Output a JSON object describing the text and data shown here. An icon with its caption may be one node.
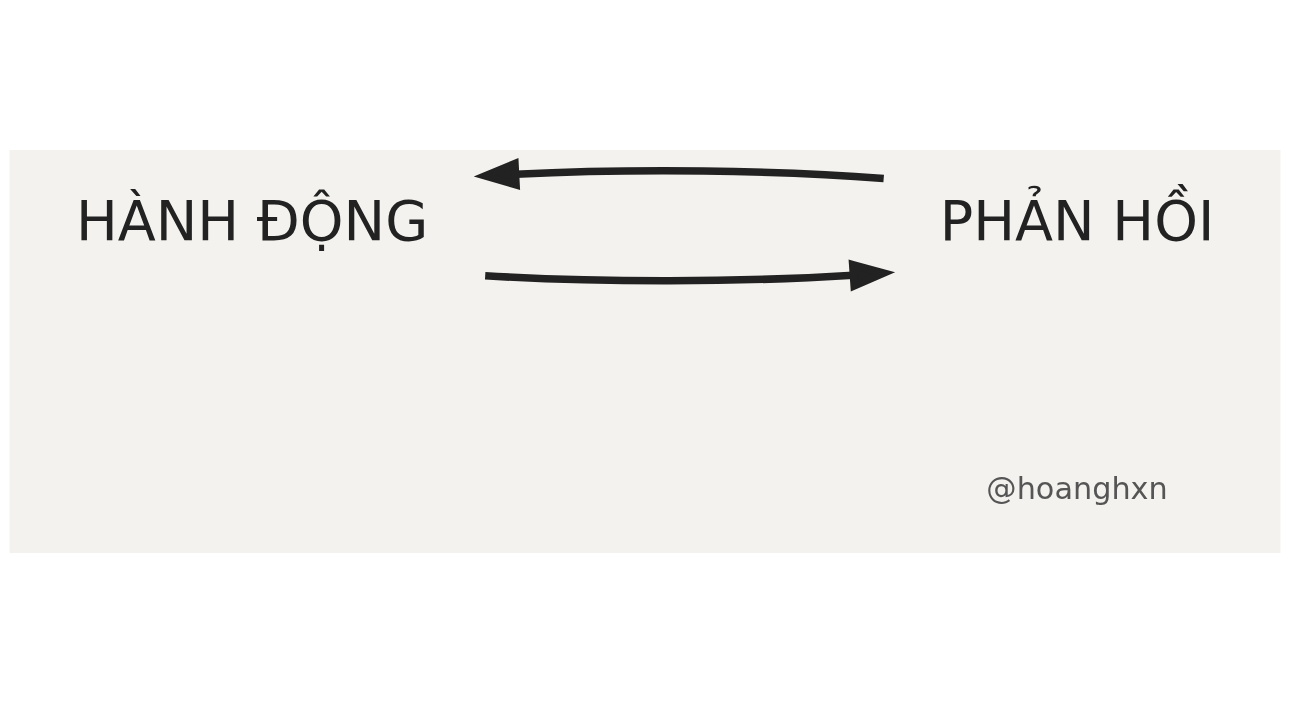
{
  "diagram": {
    "nodes": [
      {
        "text": [
          "HÀNH ĐỘNG"
        ]
      },
      {
        "text": [
          "PHẢN HỒI"
        ]
      }
    ],
    "edges": [
      {
        "from": 0,
        "to": 1,
        "arrow": "to"
      },
      {
        "from": 1,
        "to": 0,
        "arrow": "to"
      }
    ],
    "labels": [
      "@hoanghxn"
    ]
  }
}
